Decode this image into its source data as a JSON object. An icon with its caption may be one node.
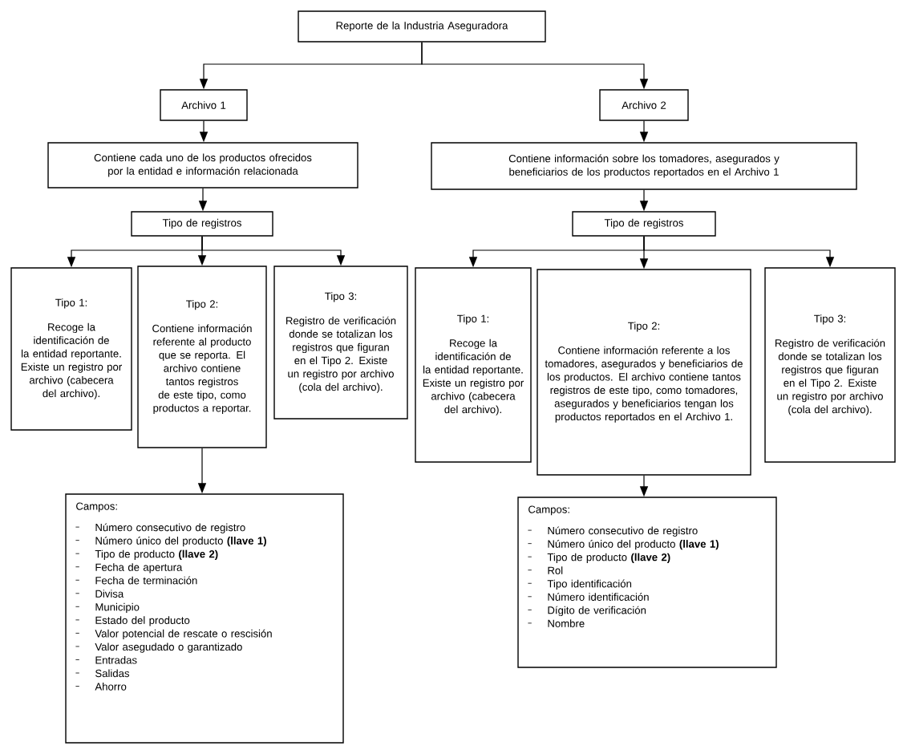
{
  "diagram": {
    "nodes": [
      {
        "text": [
          "Reporte de la Industria Aseguradora"
        ]
      },
      {
        "text": [
          "Archivo 1"
        ]
      },
      {
        "text": [
          "Archivo 2"
        ]
      },
      {
        "text": [
          "Contiene cada uno de los productos ofrecidos por la entidad e información relacionada"
        ]
      },
      {
        "text": [
          "Contiene información sobre los tomadores, asegurados y beneficiarios de los productos reportados en el Archivo 1"
        ]
      },
      {
        "text": [
          "Tipo de registros"
        ]
      },
      {
        "text": [
          "Tipo de registros"
        ]
      },
      {
        "text": [
          "Tipo 1:",
          "Recoge la identificación de la entidad reportante. Existe un registro por archivo (cabecera del archivo)."
        ]
      },
      {
        "text": [
          "Tipo 2:",
          "Contiene información referente al producto que se reporta. El archivo contiene tantos registros de este tipo, como productos a reportar."
        ]
      },
      {
        "text": [
          "Tipo 3:",
          "Registro de verificación donde se totalizan los registros que figuran en el Tipo 2. Existe un registro por archivo (cola del archivo)."
        ]
      },
      {
        "text": [
          "Tipo 1:",
          "Recoge la identificación de la entidad reportante. Existe un registro por archivo (cabecera del archivo)."
        ]
      },
      {
        "text": [
          "Tipo 2:",
          "Contiene información referente a los tomadores, asegurados y beneficiarios de los productos. El archivo contiene tantos registros de este tipo, como tomadores, asegurados y beneficiarios tengan los productos reportados en el Archivo 1."
        ]
      },
      {
        "text": [
          "Tipo 3:",
          "Registro de verificación donde se totalizan los registros que figuran en el Tipo 2. Existe un registro por archivo (cola del archivo)."
        ]
      },
      {
        "text": [
          "Campos:",
          "Número consecutivo de registro",
          "Número único del producto **(llave 1)**",
          "Tipo de producto **(llave 2)**",
          "Fecha de apertura",
          "Fecha de terminación",
          "Divisa",
          "Municipio",
          "Estado del producto",
          "Valor potencial de rescate o rescisión",
          "Valor asegudado o garantizado",
          "Entradas",
          "Salidas",
          "Ahorro"
        ]
      },
      {
        "text": [
          "Campos:",
          "Número consecutivo de registro",
          "Número único del producto **(llave 1)**",
          "Tipo de producto **(llave 2)**",
          "Rol",
          "Tipo identificación",
          "Número identificación",
          "Dígito de verificación",
          "Nombre"
        ]
      }
    ],
    "edges": [
      {
        "from": 0,
        "to": 1,
        "arrow": "to"
      },
      {
        "from": 0,
        "to": 2,
        "arrow": "to"
      },
      {
        "from": 1,
        "to": 3,
        "arrow": "to"
      },
      {
        "from": 2,
        "to": 4,
        "arrow": "to"
      },
      {
        "from": 3,
        "to": 5,
        "arrow": "to"
      },
      {
        "from": 4,
        "to": 6,
        "arrow": "to"
      },
      {
        "from": 5,
        "to": 7,
        "arrow": "to"
      },
      {
        "from": 5,
        "to": 8,
        "arrow": "to"
      },
      {
        "from": 5,
        "to": 9,
        "arrow": "to"
      },
      {
        "from": 6,
        "to": 10,
        "arrow": "to"
      },
      {
        "from": 6,
        "to": 11,
        "arrow": "to"
      },
      {
        "from": 6,
        "to": 12,
        "arrow": "to"
      },
      {
        "from": 8,
        "to": 13,
        "arrow": "to"
      },
      {
        "from": 11,
        "to": 14,
        "arrow": "to"
      }
    ]
  }
}
